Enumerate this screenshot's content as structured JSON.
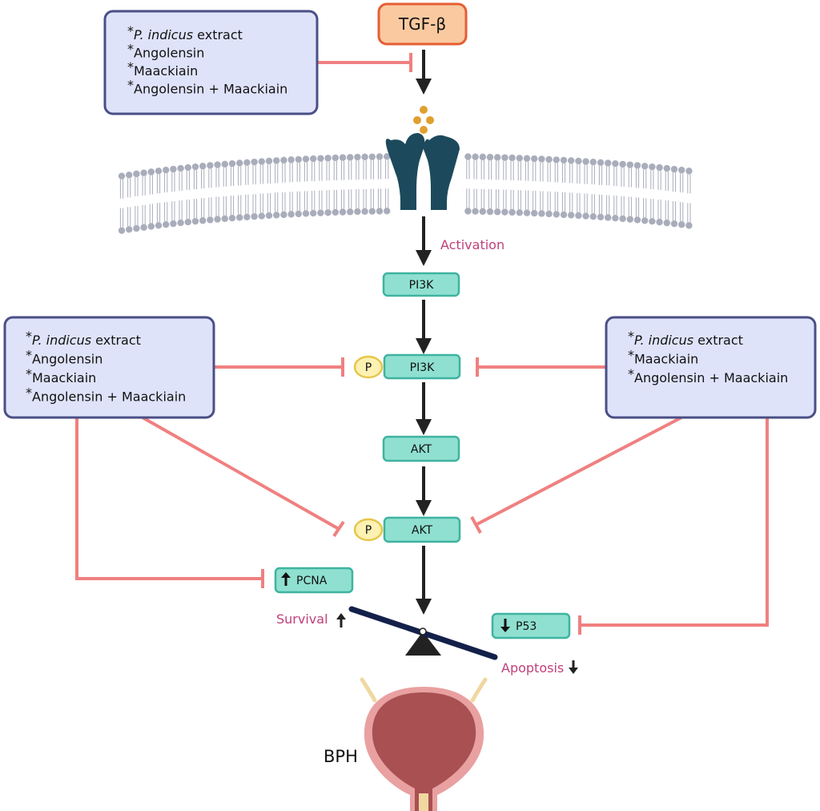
{
  "ligand": {
    "label": "TGF-β"
  },
  "inhibitor_boxes": {
    "top": [
      {
        "star": "*",
        "italic": "P. indicus",
        "text": " extract"
      },
      {
        "star": "*",
        "italic": "",
        "text": "Angolensin"
      },
      {
        "star": "*",
        "italic": "",
        "text": "Maackiain"
      },
      {
        "star": "*",
        "italic": "",
        "text": "Angolensin + Maackiain"
      }
    ],
    "left": [
      {
        "star": "*",
        "italic": "P. indicus",
        "text": " extract"
      },
      {
        "star": "*",
        "italic": "",
        "text": "Angolensin"
      },
      {
        "star": "*",
        "italic": "",
        "text": "Maackiain"
      },
      {
        "star": "*",
        "italic": "",
        "text": "Angolensin + Maackiain"
      }
    ],
    "right": [
      {
        "star": "*",
        "italic": "P. indicus",
        "text": " extract"
      },
      {
        "star": "*",
        "italic": "",
        "text": "Maackiain"
      },
      {
        "star": "*",
        "italic": "",
        "text": "Angolensin + Maackiain"
      }
    ]
  },
  "labels": {
    "activation": "Activation",
    "survival": "Survival",
    "apoptosis": "Apoptosis",
    "bph": "BPH"
  },
  "nodes": {
    "pi3k": "PI3K",
    "p_pi3k": "PI3K",
    "akt": "AKT",
    "p_akt": "AKT",
    "phospho": "P",
    "pcna": "PCNA",
    "p53": "P53"
  },
  "colors": {
    "box_fill": "#dfe3fa",
    "box_stroke": "#4a4f86",
    "node_fill": "#8fe0d0",
    "node_stroke": "#3fb3a0",
    "inhibit": "#f08080",
    "label_pink": "#c0407a",
    "receptor": "#1c4a5c",
    "membrane": "#a9adbb",
    "ligand_fill": "#fac9a0",
    "ligand_stroke": "#e45e33",
    "phospho_fill": "#fdf1b3",
    "phospho_stroke": "#e6c64a",
    "organ": "#a85052",
    "lever": "#13204a"
  }
}
